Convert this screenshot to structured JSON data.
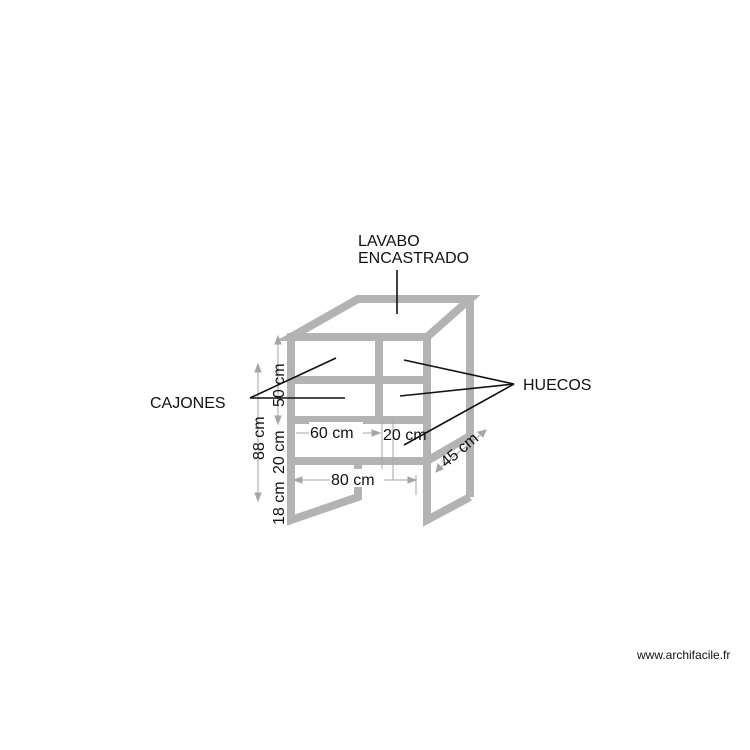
{
  "labels": {
    "lavabo_line1": "LAVABO",
    "lavabo_line2": "ENCASTRADO",
    "cajones": "CAJONES",
    "huecos": "HUECOS"
  },
  "dimensions": {
    "height_total": "88 cm",
    "height_drawers": "50 cm",
    "height_middle": "20 cm",
    "height_bottom": "18 cm",
    "width_drawers": "60 cm",
    "width_huecos": "20 cm",
    "width_total": "80 cm",
    "depth": "45 cm"
  },
  "colors": {
    "frame": "#b3b3b3",
    "leader": "#111111",
    "dim_line": "#a6a6a6"
  },
  "watermark": "www.archifacile.fr"
}
